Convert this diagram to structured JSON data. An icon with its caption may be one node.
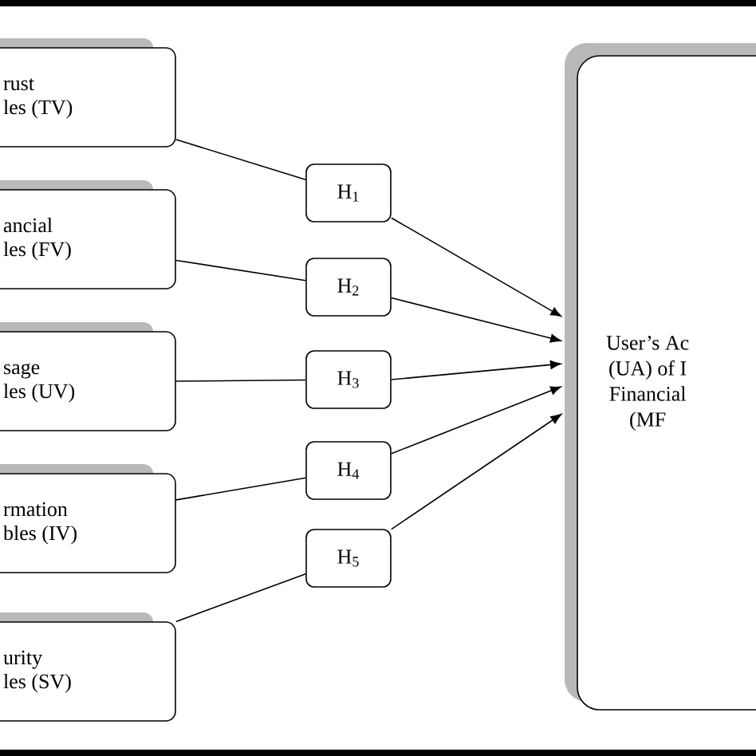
{
  "diagram": {
    "nodes": [
      {
        "text": [
          "rust",
          "les (TV)"
        ]
      },
      {
        "text": [
          "ancial",
          "les (FV)"
        ]
      },
      {
        "text": [
          "sage",
          "les (UV)"
        ]
      },
      {
        "text": [
          "rmation",
          "bles (IV)"
        ]
      },
      {
        "text": [
          "urity",
          "les (SV)"
        ]
      },
      {
        "text": [
          "H$_{1}$"
        ]
      },
      {
        "text": [
          "H$_{2}$"
        ]
      },
      {
        "text": [
          "H$_{3}$"
        ]
      },
      {
        "text": [
          "H$_{4}$"
        ]
      },
      {
        "text": [
          "H$_{5}$"
        ]
      },
      {
        "text": [
          "User’s Ac",
          "(UA) of I",
          "Financial",
          "(MF"
        ]
      }
    ],
    "edges": [
      {
        "from": 0,
        "to": 5,
        "arrow": "none"
      },
      {
        "from": 1,
        "to": 6,
        "arrow": "none"
      },
      {
        "from": 2,
        "to": 7,
        "arrow": "none"
      },
      {
        "from": 3,
        "to": 8,
        "arrow": "none"
      },
      {
        "from": 4,
        "to": 9,
        "arrow": "none"
      },
      {
        "from": 5,
        "to": 10,
        "arrow": "to"
      },
      {
        "from": 6,
        "to": 10,
        "arrow": "to"
      },
      {
        "from": 7,
        "to": 10,
        "arrow": "to"
      },
      {
        "from": 8,
        "to": 10,
        "arrow": "to"
      },
      {
        "from": 9,
        "to": 10,
        "arrow": "to"
      }
    ]
  }
}
